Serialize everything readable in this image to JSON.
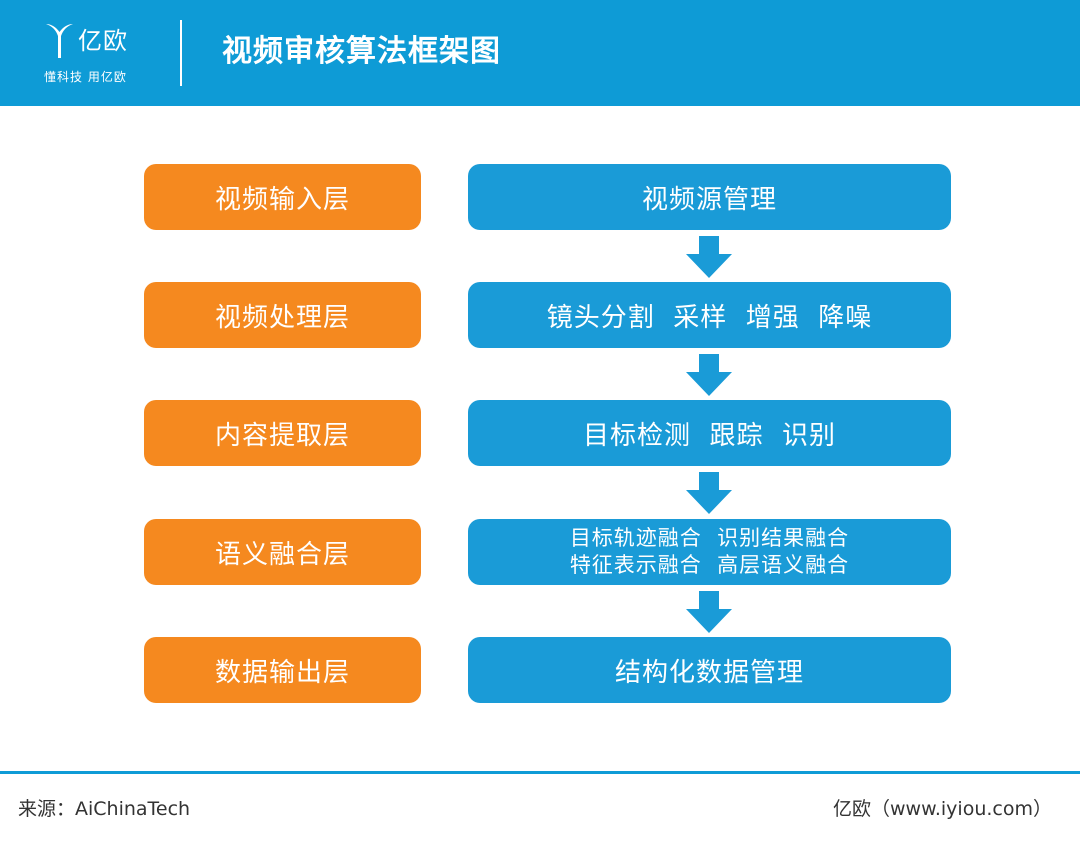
{
  "header": {
    "logo_name": "亿欧",
    "logo_slogan": "懂科技 用亿欧",
    "title": "视频审核算法框架图",
    "logo_icon": "yiou-logo-icon"
  },
  "layers": [
    {
      "label": "视频输入层",
      "process": [
        "视频源管理"
      ]
    },
    {
      "label": "视频处理层",
      "process": [
        "镜头分割  采样  增强  降噪"
      ]
    },
    {
      "label": "内容提取层",
      "process": [
        "目标检测  跟踪  识别"
      ]
    },
    {
      "label": "语义融合层",
      "process": [
        "目标轨迹融合  识别结果融合",
        "特征表示融合  高层语义融合"
      ]
    },
    {
      "label": "数据输出层",
      "process": [
        "结构化数据管理"
      ]
    }
  ],
  "footer": {
    "source": "来源：AiChinaTech",
    "brand": "亿欧（www.iyiou.com）"
  },
  "colors": {
    "header_bg": "#0e9bd6",
    "layer_label_bg": "#f5891f",
    "process_bg": "#1a9bd7",
    "arrow": "#1a9bd7"
  }
}
